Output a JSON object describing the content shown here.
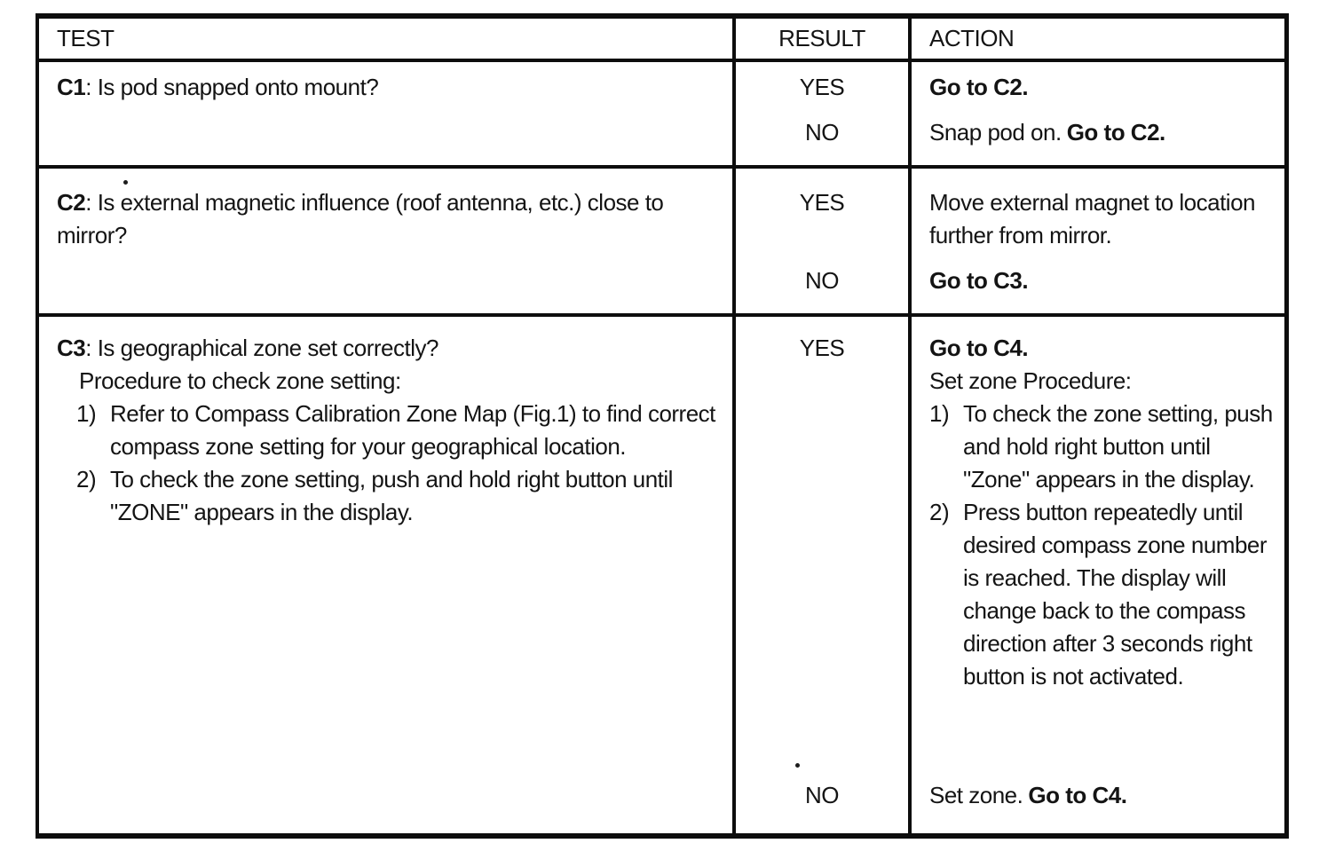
{
  "colors": {
    "ink": "#141414",
    "paper": "#ffffff",
    "border": "#0d0d0d"
  },
  "table": {
    "headers": {
      "test": "TEST",
      "result": "RESULT",
      "action": "ACTION"
    },
    "rows": [
      {
        "test": {
          "id": "C1",
          "question": ": Is pod snapped onto mount?"
        },
        "outcomes": [
          {
            "result": "YES",
            "action_plain": "",
            "action_bold": "Go to C2."
          },
          {
            "result": "NO",
            "action_plain": "Snap pod on.",
            "action_bold": "Go to C2."
          }
        ]
      },
      {
        "test": {
          "id": "C2",
          "question": ": Is external magnetic influence (roof antenna, etc.) close to mirror?"
        },
        "outcomes": [
          {
            "result": "YES",
            "action_plain": "Move external magnet to location further from mirror.",
            "action_bold": ""
          },
          {
            "result": "NO",
            "action_plain": "",
            "action_bold": "Go to C3."
          }
        ]
      },
      {
        "test": {
          "id": "C3",
          "question": ": Is geographical zone set correctly?",
          "procedure_title": "Procedure to check zone setting:",
          "steps": [
            {
              "num": "1)",
              "text": "Refer to Compass Calibration Zone Map (Fig.1) to find correct compass zone setting for your geographical location."
            },
            {
              "num": "2)",
              "text": "To check the zone setting, push and hold right button until \"ZONE\" appears in the display."
            }
          ]
        },
        "outcomes": [
          {
            "result": "YES",
            "action_bold": "Go to C4.",
            "action_subtitle": "Set zone Procedure:",
            "action_steps": [
              {
                "num": "1)",
                "text": "To check the zone setting, push and hold right button until \"Zone\" appears in the display."
              },
              {
                "num": "2)",
                "text": "Press button repeatedly until desired compass zone number is reached. The display will change back to the compass direction after 3 seconds right button is not activated."
              }
            ]
          },
          {
            "result": "NO",
            "action_plain": "Set zone.",
            "action_bold": "Go to C4."
          }
        ]
      }
    ]
  }
}
